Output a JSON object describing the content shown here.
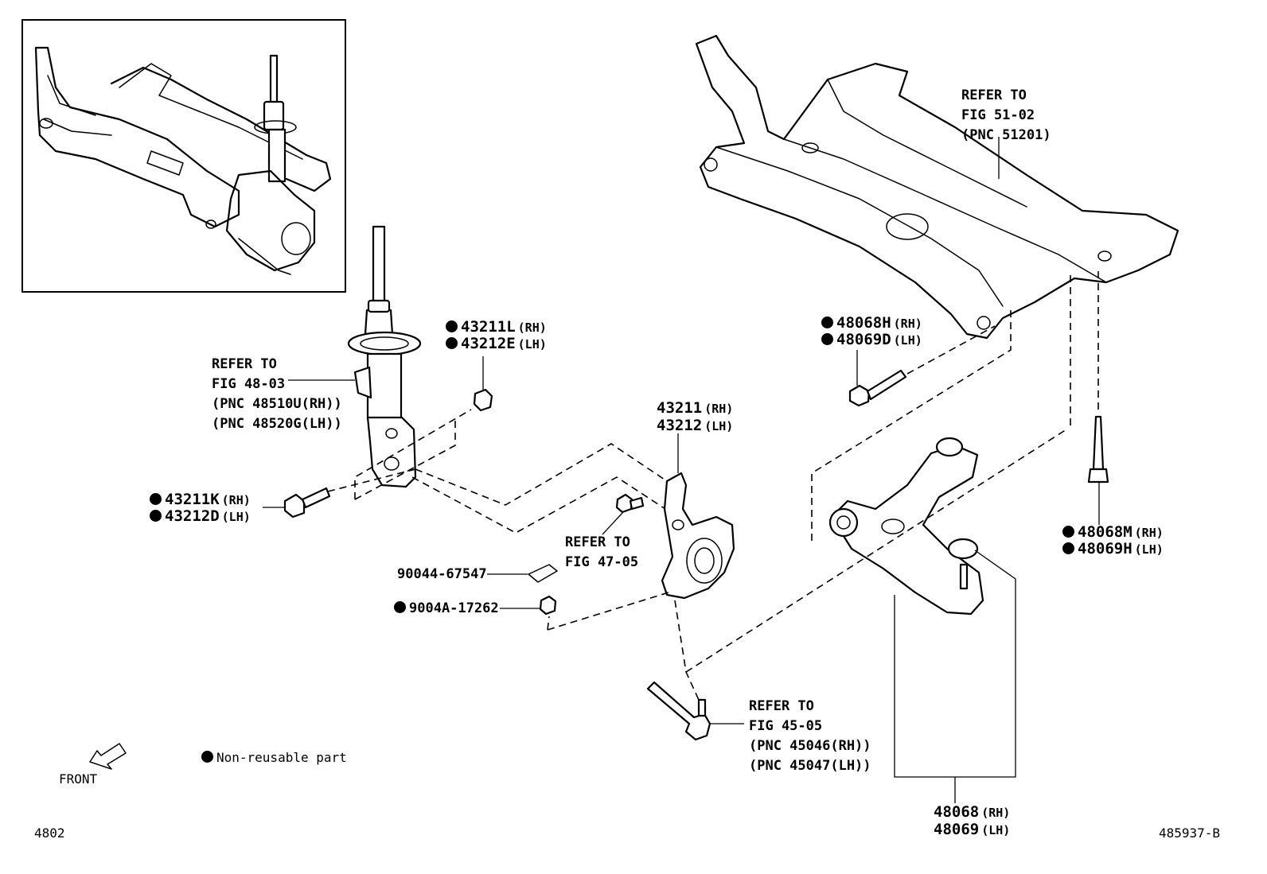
{
  "inset": {
    "caption": ""
  },
  "labels": {
    "strut_ref": [
      "REFER TO",
      "FIG 48-03",
      "(PNC 48510U(RH))",
      "(PNC 48520G(LH))"
    ],
    "nut_43211L": {
      "part": "43211L",
      "side": "(RH)"
    },
    "nut_43212E": {
      "part": "43212E",
      "side": "(LH)"
    },
    "bolt_43211K": {
      "part": "43211K",
      "side": "(RH)"
    },
    "bolt_43212D": {
      "part": "43212D",
      "side": "(LH)"
    },
    "knuckle_43211": {
      "part": "43211",
      "side": "(RH)"
    },
    "knuckle_43212": {
      "part": "43212",
      "side": "(LH)"
    },
    "brake_ref": [
      "REFER TO",
      "FIG 47-05"
    ],
    "pin_90044": "90044-67547",
    "nut_9004A": "9004A-17262",
    "crossmember_ref": [
      "REFER TO",
      "FIG 51-02",
      "(PNC 51201)"
    ],
    "bolt_48068H": {
      "part": "48068H",
      "side": "(RH)"
    },
    "bolt_48069D": {
      "part": "48069D",
      "side": "(LH)"
    },
    "bolt_48068M": {
      "part": "48068M",
      "side": "(RH)"
    },
    "bolt_48069H": {
      "part": "48069H",
      "side": "(LH)"
    },
    "tierod_ref": [
      "REFER TO",
      "FIG 45-05",
      "(PNC 45046(RH))",
      "(PNC 45047(LH))"
    ],
    "arm_48068": {
      "part": "48068",
      "side": "(RH)"
    },
    "arm_48069": {
      "part": "48069",
      "side": "(LH)"
    },
    "legend_non_reusable": "Non-reusable part",
    "front": "FRONT",
    "fig_number": "4802",
    "drawing_number": "485937-B"
  }
}
